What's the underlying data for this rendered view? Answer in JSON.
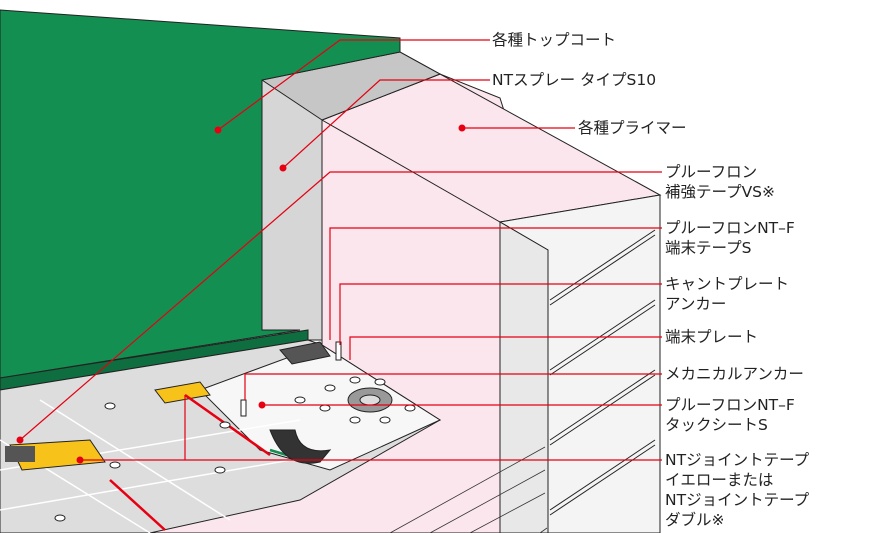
{
  "labels": {
    "topcoat": "各種トップコート",
    "spray": "NTスプレー タイプS10",
    "primer": "各種プライマー",
    "reinforce_1": "プルーフロン",
    "reinforce_2": "補強テープVS※",
    "endtape_1": "プルーフロンNT–F",
    "endtape_2": "端末テープS",
    "cantanchor_1": "キャントプレート",
    "cantanchor_2": "アンカー",
    "endplate": "端末プレート",
    "mechanchor": "メカニカルアンカー",
    "tacksheet_1": "プルーフロンNT–F",
    "tacksheet_2": "タックシートS",
    "joint_1": "NTジョイントテープ",
    "joint_2": "イエローまたは",
    "joint_3": "NTジョイントテープ",
    "joint_4": "ダブル※"
  },
  "colors": {
    "topcoat": "#138f52",
    "primer": "#fbe6ee",
    "spray": "#d9d9d9",
    "leader": "#e60012",
    "joint_tape": "#f7c21a"
  }
}
